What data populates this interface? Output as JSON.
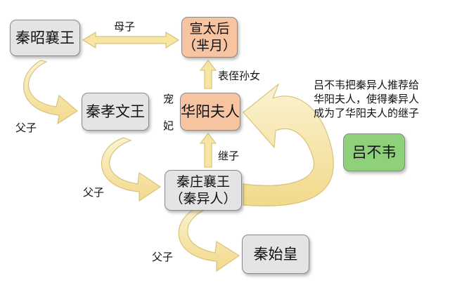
{
  "nodes": {
    "qin_zhaoxiang": "秦昭襄王",
    "xuan_taihou": [
      "宣太后",
      "（芈月）"
    ],
    "qin_xiaowen": "秦孝文王",
    "huayang": "华阳夫人",
    "qin_zhuangxiang": [
      "秦庄襄王",
      "（秦异人）"
    ],
    "qin_shihuang": "秦始皇",
    "lv_buwei": "吕不韦"
  },
  "relations": {
    "mother_son": "母子",
    "cousin_granddaughter": "表侄孙女",
    "favored_chars": [
      "宠",
      "妃"
    ],
    "adopted_son": "继子",
    "father_son_1": "父子",
    "father_son_2": "父子",
    "father_son_3": "父子"
  },
  "annotation": [
    "吕不韦把秦异人推荐给",
    "华阳夫人，使得秦异人",
    "成为了华阳夫人的继子"
  ],
  "colors": {
    "gray_box": "#e4e4e6",
    "orange_box": "#f6c4a1",
    "green_box": "#8fd07a",
    "arrow_fill": "#f7e6a3",
    "arrow_stroke": "#d9c27a"
  }
}
